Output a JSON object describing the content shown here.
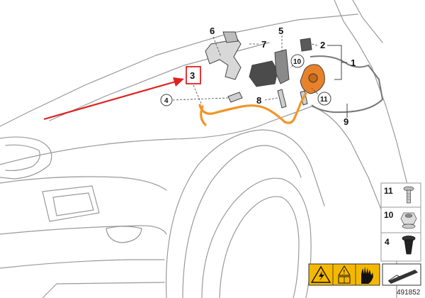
{
  "callouts": {
    "c1": "1",
    "c2": "2",
    "c3": "3",
    "c4": "4",
    "c5": "5",
    "c6": "6",
    "c7": "7",
    "c8": "8",
    "c9": "9",
    "c10": "10",
    "c11": "11"
  },
  "legend": {
    "items": [
      {
        "number": "11",
        "icon": "screw-icon"
      },
      {
        "number": "10",
        "icon": "nut-icon"
      },
      {
        "number": "4",
        "icon": "expanding-rivet-icon"
      }
    ]
  },
  "warning_icons": [
    "high-voltage-warning-icon",
    "read-manual-icon",
    "protective-gloves-icon"
  ],
  "part_number": "491852",
  "colors": {
    "highlight_box": "#e02020",
    "arrow": "#e02020",
    "harness": "#f0962a",
    "component": "#e8822a",
    "warning_bg": "#f5b800"
  }
}
